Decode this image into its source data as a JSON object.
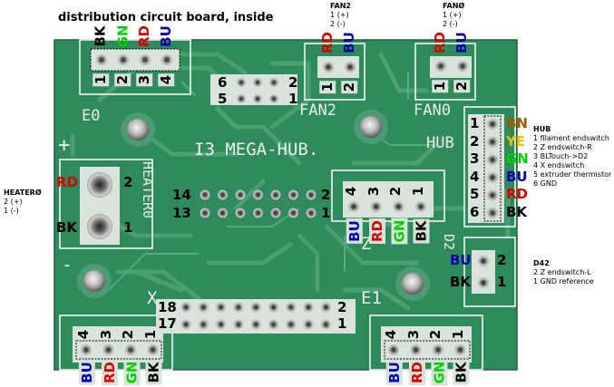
{
  "colors": {
    "red": "#d40000",
    "blue": "#0000aa",
    "green": "#00d000",
    "black": "#000000",
    "brown": "#9b5b00",
    "yellow": "#f0c000",
    "board": "#2f8a5c",
    "trace": "#4aa070",
    "silk": "#f2f6f2"
  },
  "title": "distribution circuit board, inside",
  "notes": {
    "fan2": {
      "title": "FAN2",
      "lines": [
        "1 (+)",
        "2 (-)"
      ]
    },
    "fan0": {
      "title": "FANØ",
      "lines": [
        "1 (+)",
        "2 (-)"
      ]
    },
    "hub": {
      "title": "HUB",
      "lines": [
        "1 filament endswitch",
        "2 Z endswitch-R",
        "3 BLTouch->D2",
        "4 X endswitch",
        "5 extruder thermistor",
        "6 GND"
      ]
    },
    "heater": {
      "title": "HEATERØ",
      "lines": [
        "2 (+)",
        "1 (-)"
      ]
    },
    "d42": {
      "title": "D42",
      "lines": [
        "2 Z endswitch-L",
        "1 GND reference"
      ]
    }
  },
  "board_silk": {
    "name": "I3 MEGA-HUB.",
    "e0": "E0",
    "fan2": "FAN2",
    "fan0": "FAN0",
    "hub": "HUB",
    "heater": "HEATER0",
    "z": "Z",
    "x": "X",
    "e1": "E1",
    "d2": "D2",
    "plus": "+",
    "minus": "-"
  },
  "connectors": {
    "e0": {
      "pins": [
        "1",
        "2",
        "3",
        "4"
      ],
      "wires": [
        "BK",
        "GN",
        "RD",
        "BU"
      ]
    },
    "fan2": {
      "pins": [
        "1",
        "2"
      ],
      "wires": [
        "RD",
        "BU"
      ]
    },
    "fan0": {
      "pins": [
        "1",
        "2"
      ],
      "wires": [
        "RD",
        "BU"
      ]
    },
    "hub": {
      "pins": [
        "1",
        "2",
        "3",
        "4",
        "5",
        "6"
      ],
      "wires": [
        "BN",
        "YE",
        "GN",
        "BU",
        "RD",
        "BK"
      ]
    },
    "heater": {
      "pins": [
        "2",
        "1"
      ],
      "wires": [
        "RD",
        "BK"
      ]
    },
    "z": {
      "pins": [
        "4",
        "3",
        "2",
        "1"
      ],
      "wires": [
        "BU",
        "RD",
        "GN",
        "BK"
      ]
    },
    "d42": {
      "pins": [
        "2",
        "1"
      ],
      "wires": [
        "BU",
        "BK"
      ]
    },
    "x": {
      "pins": [
        "4",
        "3",
        "2",
        "1"
      ],
      "wires": [
        "BU",
        "RD",
        "GN",
        "BK"
      ]
    },
    "e1": {
      "pins": [
        "4",
        "3",
        "2",
        "1"
      ],
      "wires": [
        "BU",
        "RD",
        "GN",
        "BK"
      ]
    }
  },
  "headers": {
    "top": {
      "left": [
        "6",
        "5"
      ],
      "right": [
        "2",
        "1"
      ]
    },
    "mid": {
      "left": [
        "14",
        "13"
      ],
      "right": [
        "2",
        "1"
      ]
    },
    "bottom": {
      "left": [
        "18",
        "17"
      ],
      "right": [
        "2",
        "1"
      ]
    }
  }
}
